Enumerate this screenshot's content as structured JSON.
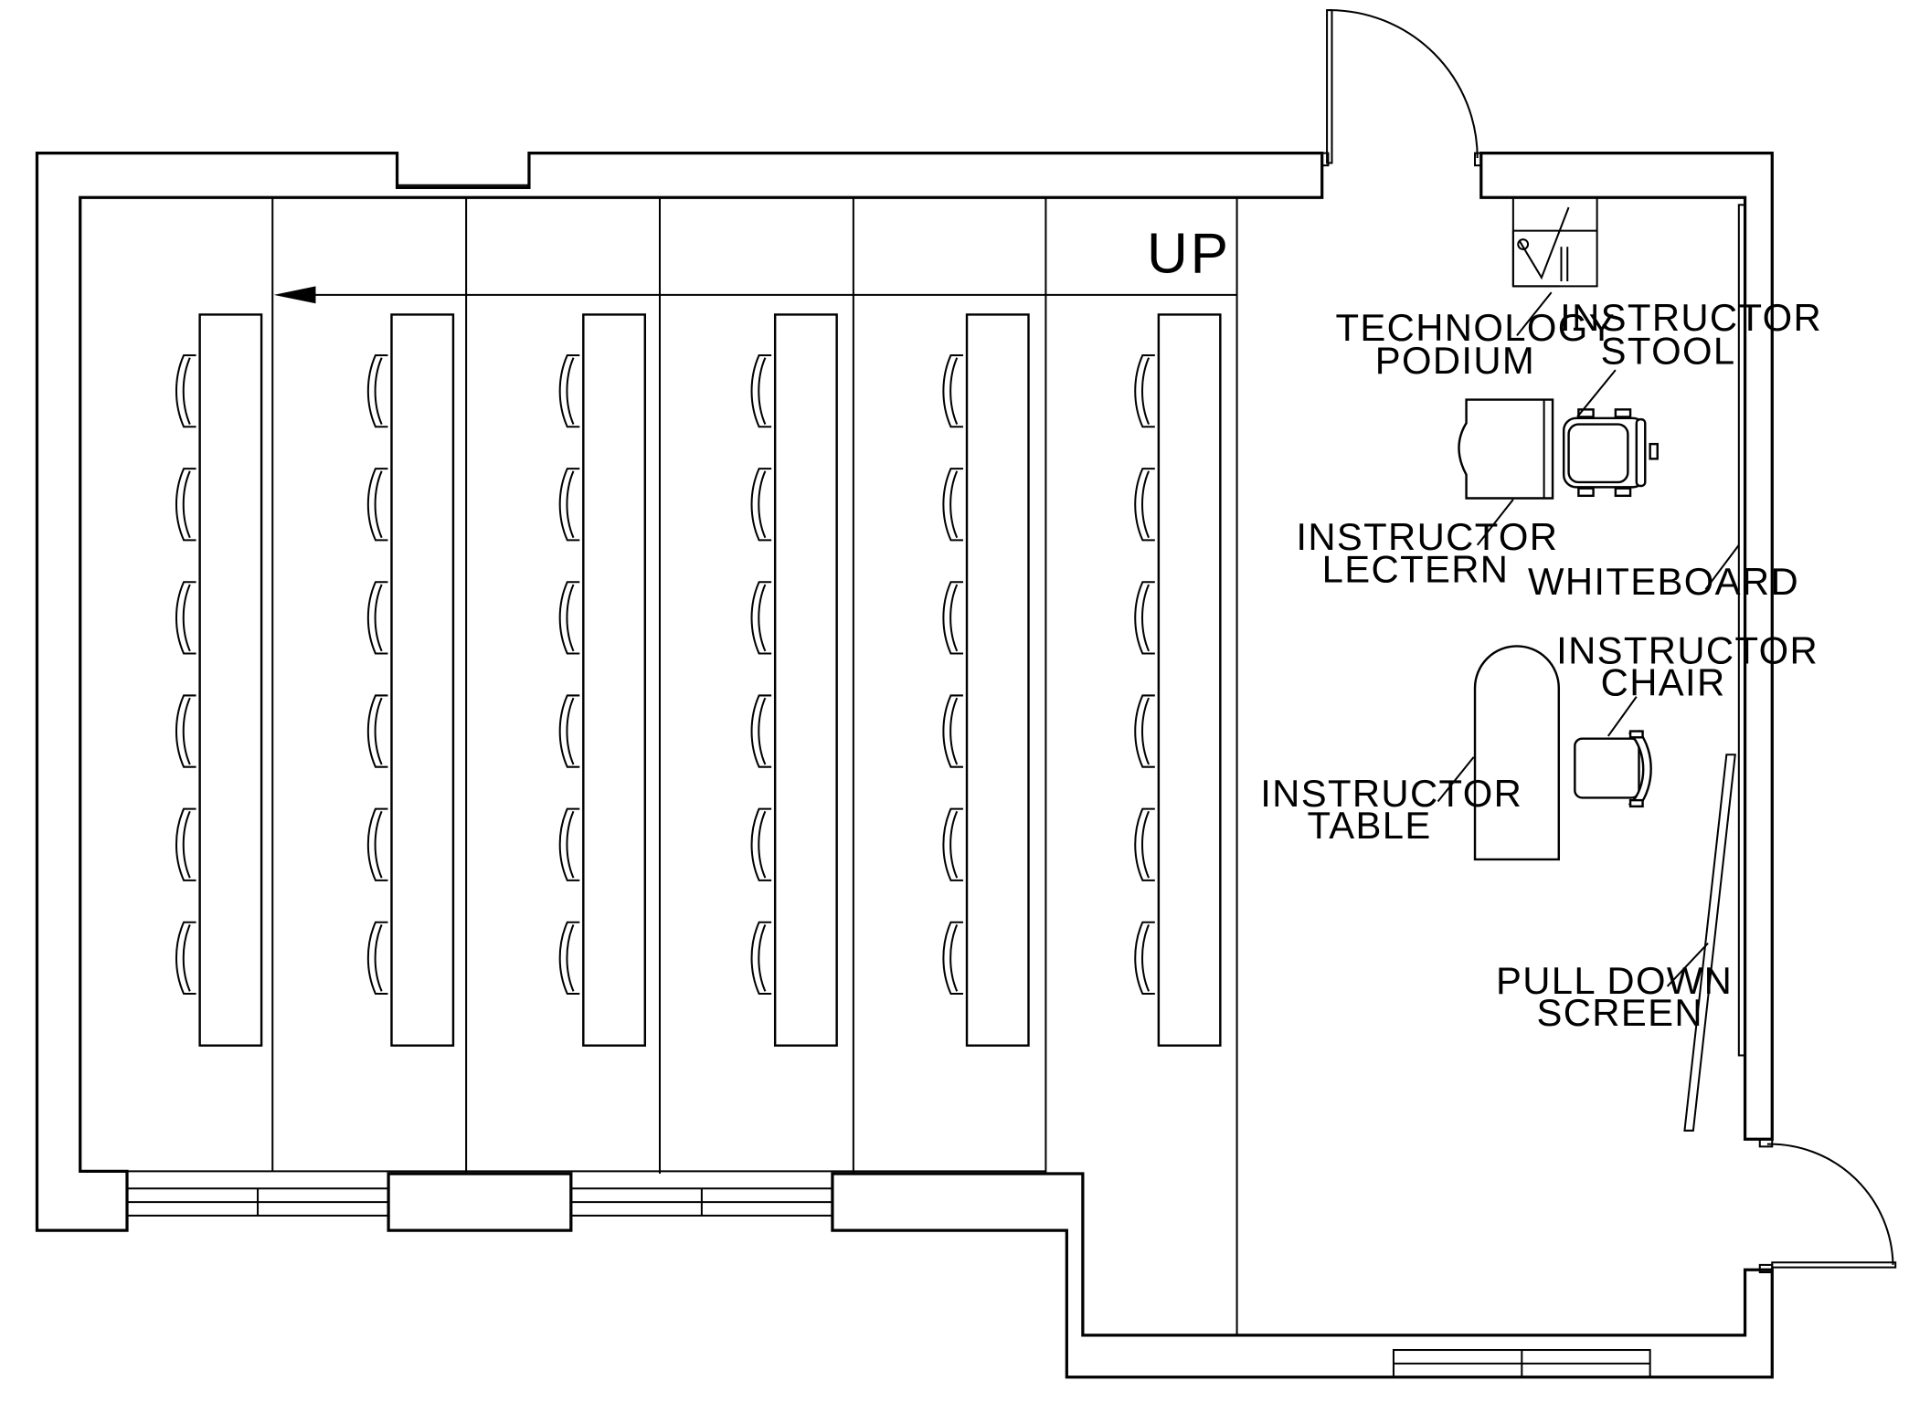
{
  "labels": {
    "up": "UP",
    "technology_podium": [
      "TECHNOLOGY",
      "PODIUM"
    ],
    "instructor_stool": [
      "INSTRUCTOR",
      "STOOL"
    ],
    "instructor_lectern": [
      "INSTRUCTOR",
      "LECTERN"
    ],
    "whiteboard": "WHITEBOARD",
    "instructor_chair": [
      "INSTRUCTOR",
      "CHAIR"
    ],
    "instructor_table": [
      "INSTRUCTOR",
      "TABLE"
    ],
    "pull_down_screen": [
      "PULL  DOWN",
      "SCREEN"
    ]
  },
  "seating": {
    "table_rows": 6,
    "chairs_per_table": 6
  }
}
